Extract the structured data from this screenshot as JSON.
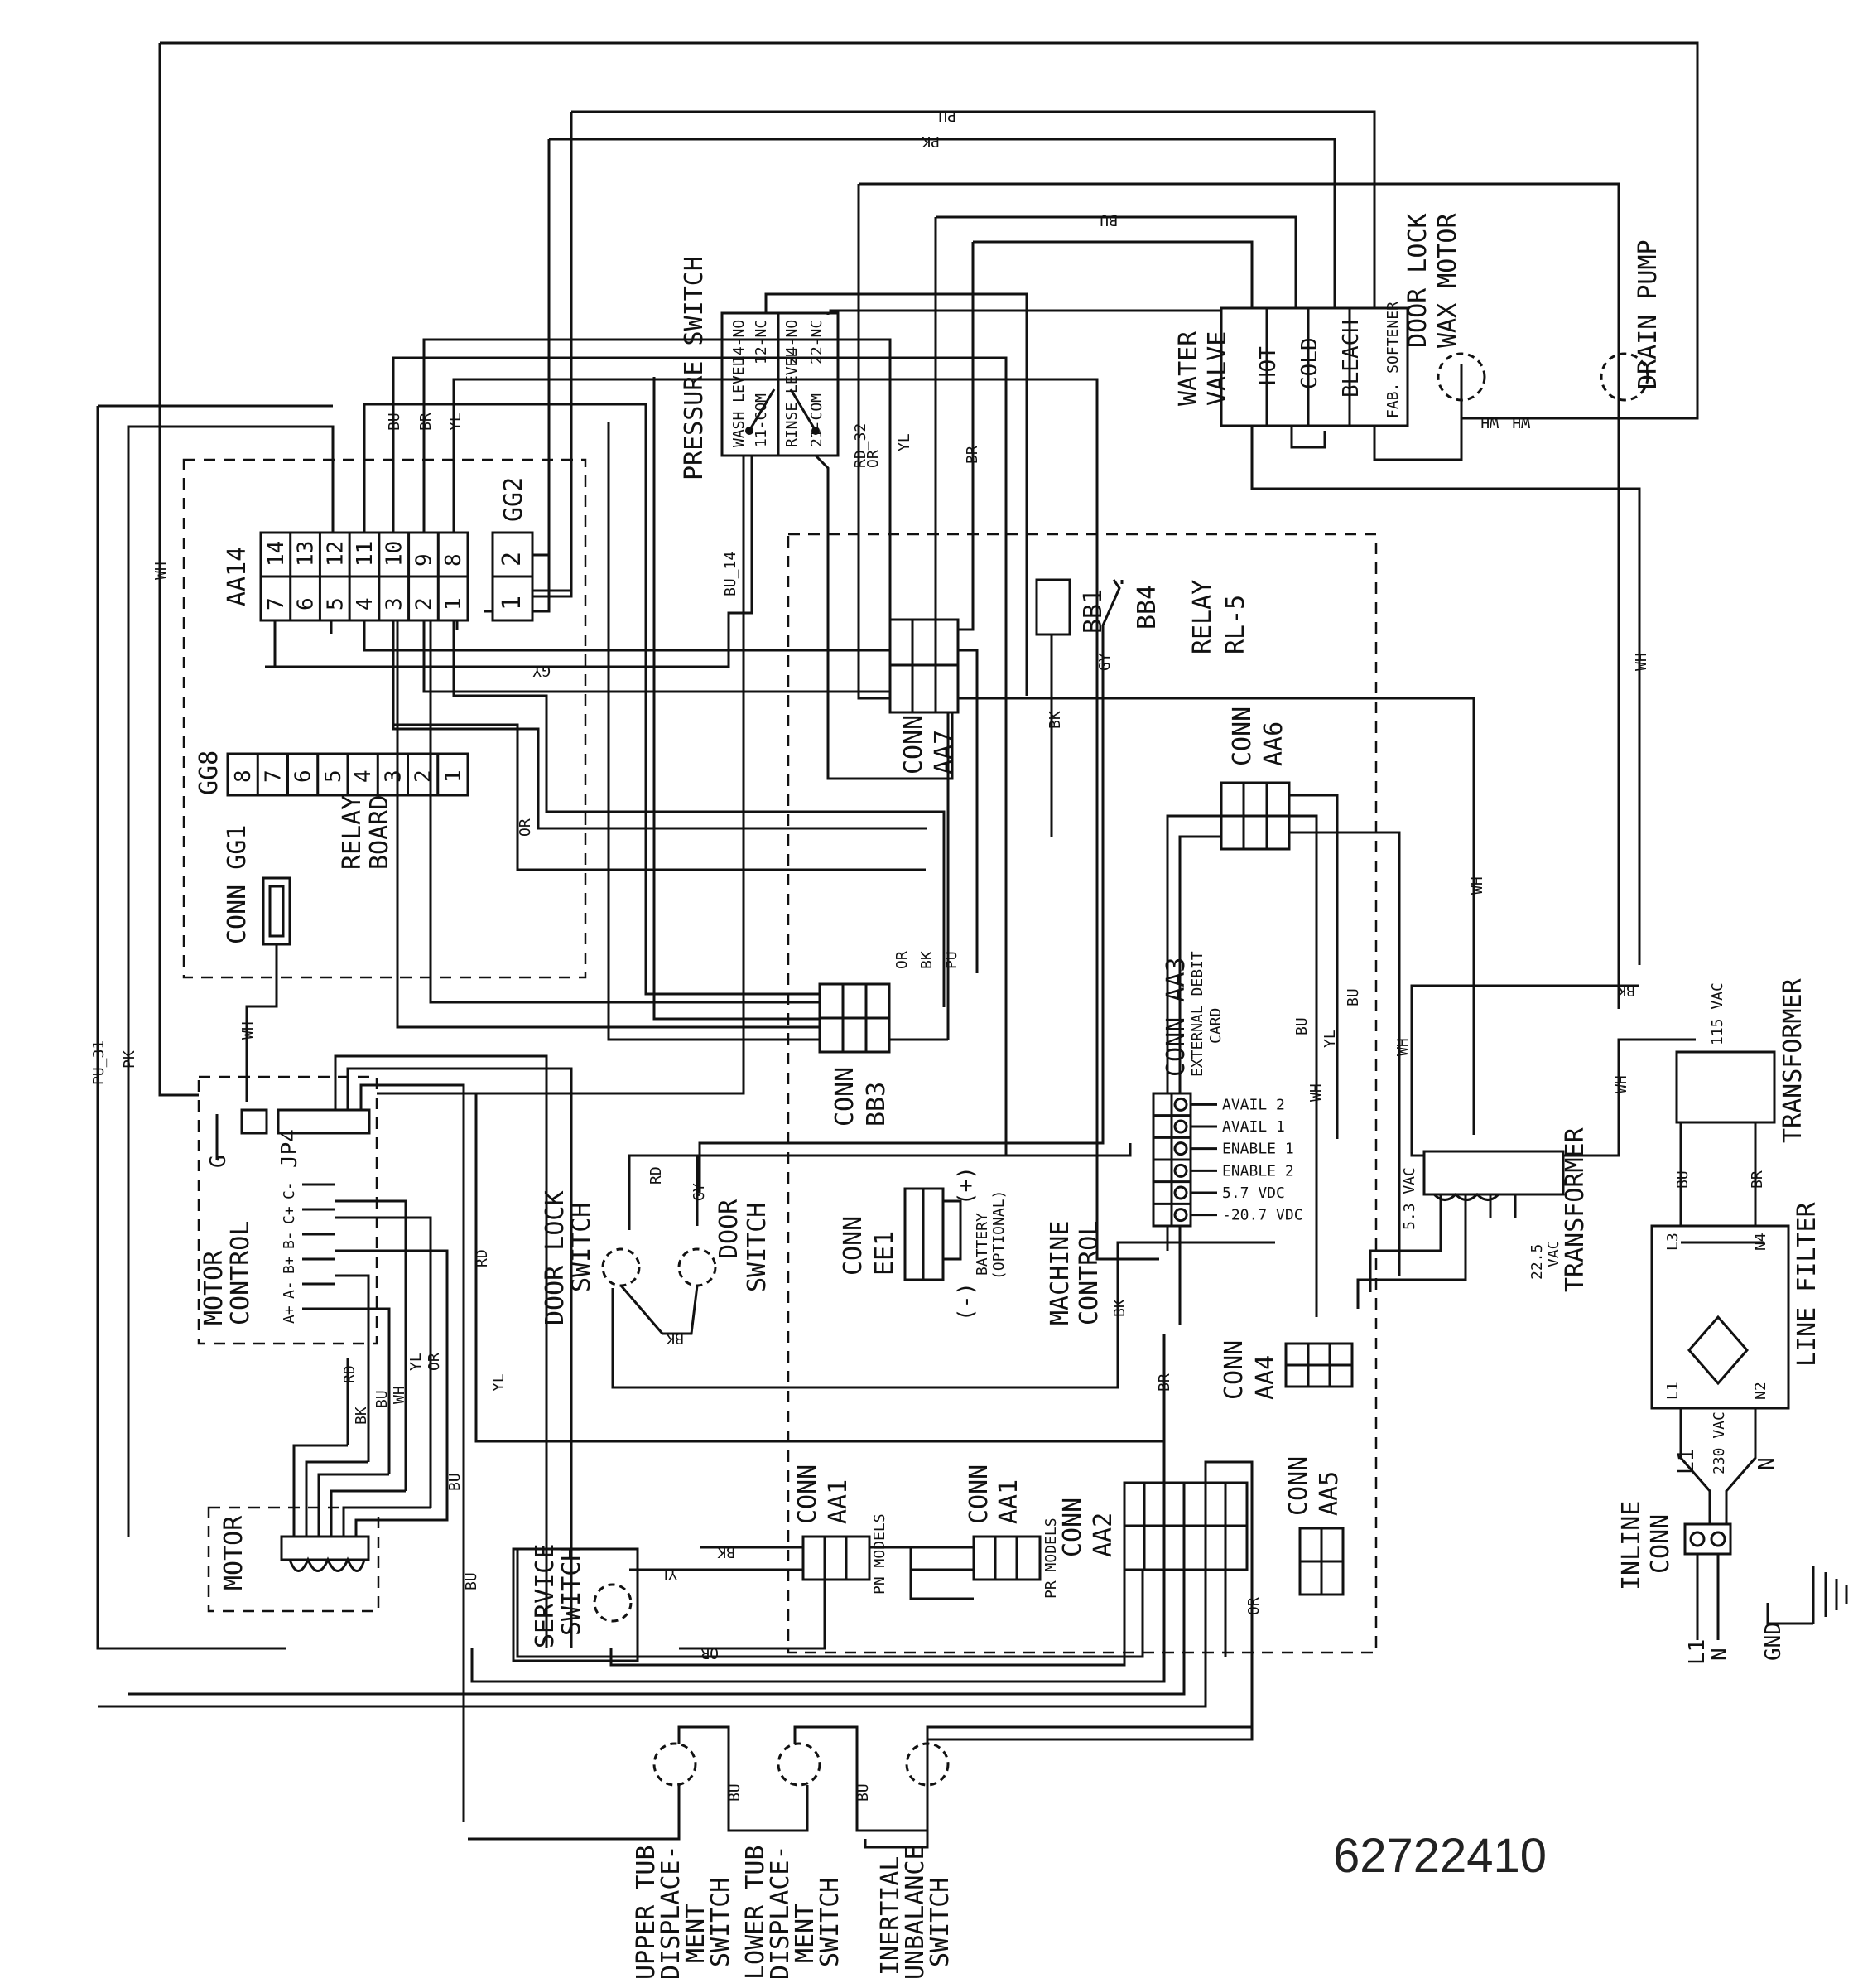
{
  "components": {
    "aa14": "AA14",
    "gg2": "GG2",
    "gg8": "GG8",
    "conn_gg1": "CONN GG1",
    "relay_board": [
      "RELAY",
      "BOARD"
    ],
    "pressure_switch": "PRESSURE SWITCH",
    "conn_aa7": [
      "CONN",
      "AA7"
    ],
    "bb1": "BB1",
    "bb4": "BB4",
    "relay_rl5": [
      "RELAY",
      "RL-5"
    ],
    "conn_aa6": [
      "CONN",
      "AA6"
    ],
    "conn_bb3": [
      "CONN",
      "BB3"
    ],
    "conn_aa3": [
      "CONN AA3",
      "EXTERNAL DEBIT",
      "CARD"
    ],
    "conn_ee1": [
      "CONN",
      "EE1"
    ],
    "battery": [
      "BATTERY",
      "(OPTIONAL)"
    ],
    "machine_control": [
      "MACHINE",
      "CONTROL"
    ],
    "conn_aa4": [
      "CONN",
      "AA4"
    ],
    "conn_aa5": [
      "CONN",
      "AA5"
    ],
    "conn_aa2": [
      "CONN",
      "AA2"
    ],
    "conn_aa1_pn": [
      "CONN",
      "AA1"
    ],
    "conn_aa1_pr": [
      "CONN",
      "AA1"
    ],
    "pn_models": "PN MODELS",
    "pr_models": "PR MODELS",
    "motor_control": [
      "MOTOR",
      "CONTROL"
    ],
    "jp4": "JP4",
    "g": "G",
    "motor": "MOTOR",
    "door_lock_switch": [
      "DOOR LOCK",
      "SWITCH"
    ],
    "door_switch": [
      "DOOR",
      "SWITCH"
    ],
    "service_switch": [
      "SERVICE",
      "SWITCH"
    ],
    "water_valve": [
      "WATER",
      "VALVE"
    ],
    "door_lock_wax_motor": [
      "DOOR LOCK",
      "WAX MOTOR"
    ],
    "drain_pump": "DRAIN PUMP",
    "transformer_main": "TRANSFORMER",
    "transformer_right": "TRANSFORMER",
    "line_filter": "LINE FILTER",
    "inline_conn": [
      "INLINE",
      "CONN"
    ],
    "gnd": "GND",
    "upper_tub": [
      "UPPER TUB",
      "DISPLACE-",
      "MENT",
      "SWITCH"
    ],
    "lower_tub": [
      "LOWER TUB",
      "DISPLACE-",
      "MENT",
      "SWITCH"
    ],
    "inertial": [
      "INERTIAL",
      "UNBALANCE",
      "SWITCH"
    ],
    "doc_number": "62722410"
  },
  "valve_coils": [
    "HOT",
    "COLD",
    "BLEACH",
    "FAB. SOFTENER"
  ],
  "pressure_contacts": [
    "WASH LEVEL",
    "14-NO",
    "12-NC",
    "11-COM",
    "RINSE LEVEL",
    "24-NO",
    "22-NC",
    "21-COM"
  ],
  "aa3_signals": [
    "AVAIL 2",
    "AVAIL 1",
    "ENABLE 1",
    "ENABLE 2",
    "5.7 VDC",
    "-20.7 VDC"
  ],
  "aa14_top_pins": [
    "14",
    "13",
    "12",
    "11",
    "10",
    "9",
    "8"
  ],
  "aa14_bottom_pins": [
    "7",
    "6",
    "5",
    "4",
    "3",
    "2",
    "1"
  ],
  "gg8_pins": [
    "8",
    "7",
    "6",
    "5",
    "4",
    "3",
    "2",
    "1"
  ],
  "gg2_pins": [
    "2",
    "1"
  ],
  "motor_pins": [
    "C-",
    "C+",
    "B-",
    "B+",
    "A-",
    "A+"
  ],
  "voltages": {
    "v53": "5.3 VAC",
    "v225": [
      "22.5",
      "VAC"
    ],
    "v230": "230 VAC",
    "v115": "115 VAC",
    "l1": "L1",
    "n": "N",
    "l3": "L3",
    "n4": "N4",
    "n2": "N2",
    "l1_filter": "L1",
    "plus": "(+)",
    "minus": "(-)"
  },
  "wire_labels": {
    "pu": "PU",
    "pk": "PK",
    "bu": "BU",
    "br": "BR",
    "yl": "YL",
    "wh": "WH",
    "gy": "GY",
    "or": "OR",
    "bk": "BK",
    "rd": "RD",
    "rd32": "RD_32",
    "bu14": "BU_14",
    "pu31": "PU_31"
  }
}
